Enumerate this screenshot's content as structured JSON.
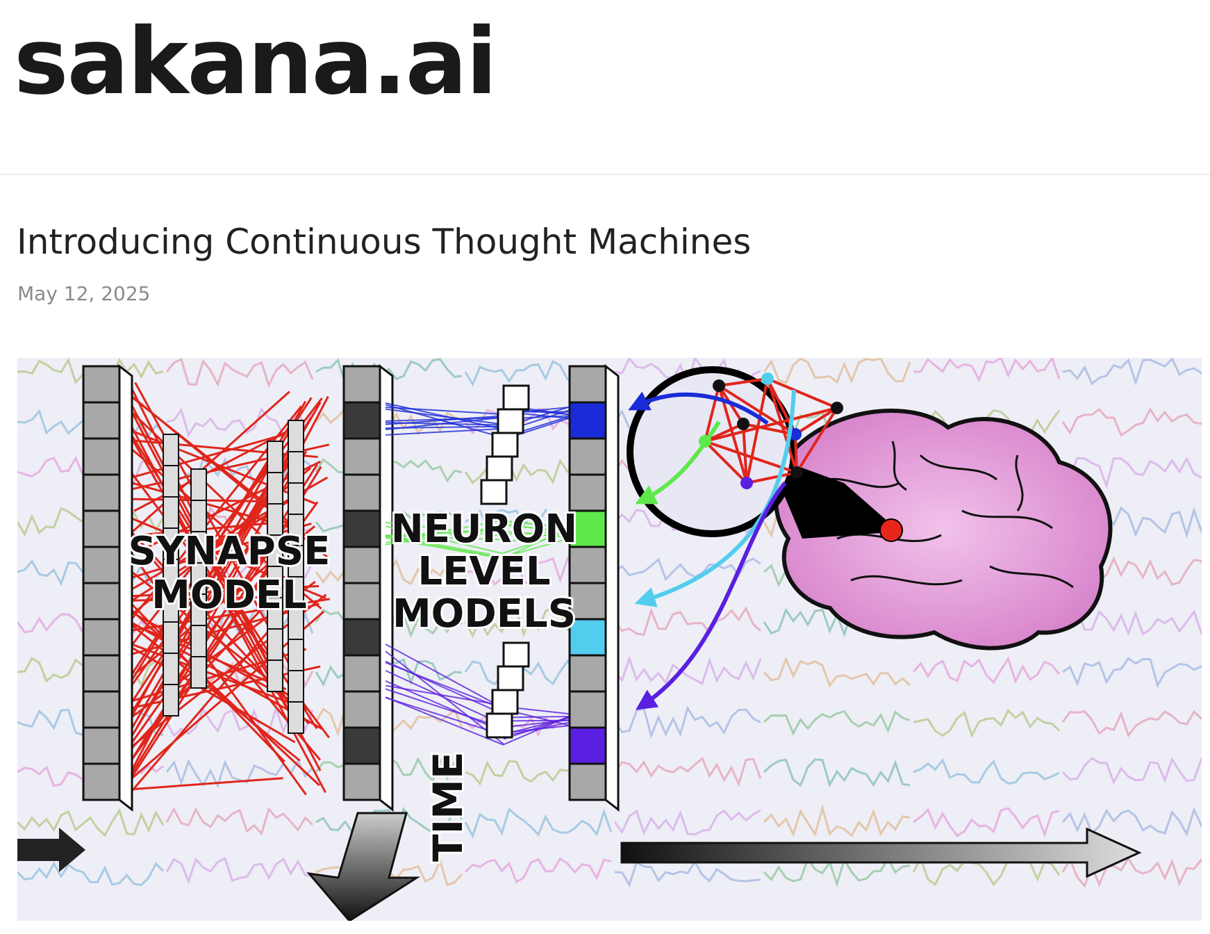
{
  "header": {
    "logo_text": "sakana.ai"
  },
  "post": {
    "title": "Introducing Continuous Thought Machines",
    "date": "May 12, 2025"
  },
  "hero": {
    "labels": {
      "synapse_line1": "SYNAPSE",
      "synapse_line2": "MODEL",
      "neuron_line1": "NEURON",
      "neuron_line2": "LEVEL",
      "neuron_line3": "MODELS",
      "time": "TIME"
    },
    "colors": {
      "synapse_red": "#e0251b",
      "blue": "#1a2bd8",
      "green": "#5ee84a",
      "cyan": "#52cdee",
      "violet": "#5a1fe0",
      "brain_pink": "#e79ad8",
      "brain_outline": "#111111"
    }
  }
}
